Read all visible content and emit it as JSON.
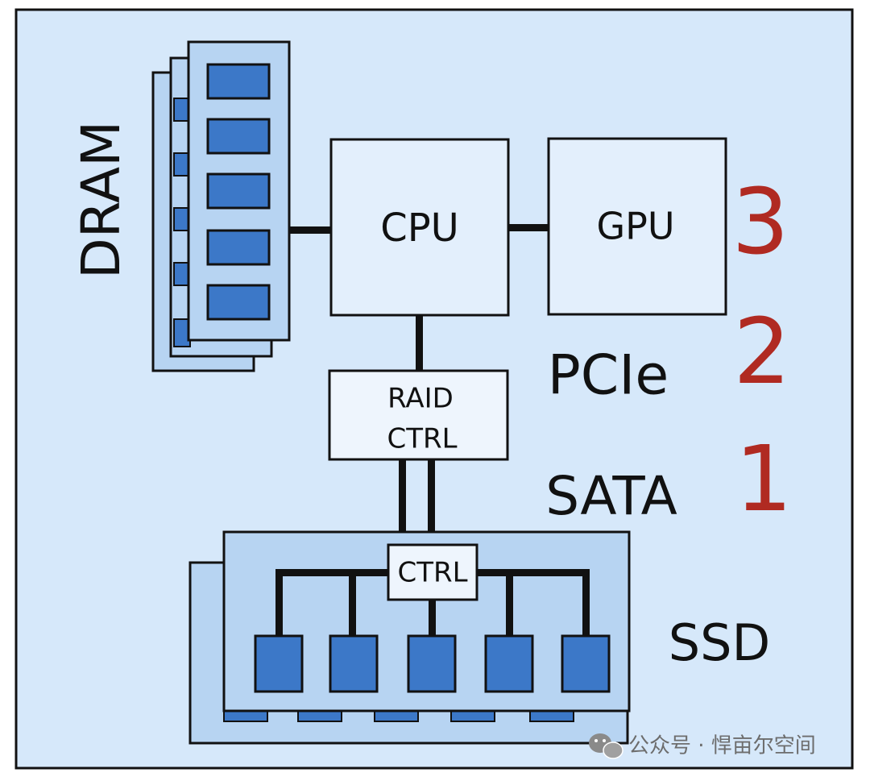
{
  "diagram": {
    "labels": {
      "dram": "DRAM",
      "cpu": "CPU",
      "gpu": "GPU",
      "raid_line1": "RAID",
      "raid_line2": "CTRL",
      "ssd_ctrl": "CTRL",
      "pcie": "PCIe",
      "sata": "SATA",
      "ssd": "SSD"
    },
    "levels": [
      "3",
      "2",
      "1"
    ]
  },
  "watermark": {
    "text": "公众号 · 悍亩尔空间",
    "icon": "wechat-icon"
  },
  "colors": {
    "background": "#d6e8fa",
    "module_fill": "#b7d4f2",
    "chip_fill": "#3c78c8",
    "box_fill": "#e3effc",
    "ctrl_fill": "#eef5fd",
    "level_number": "#b02a22",
    "stroke": "#111111"
  }
}
